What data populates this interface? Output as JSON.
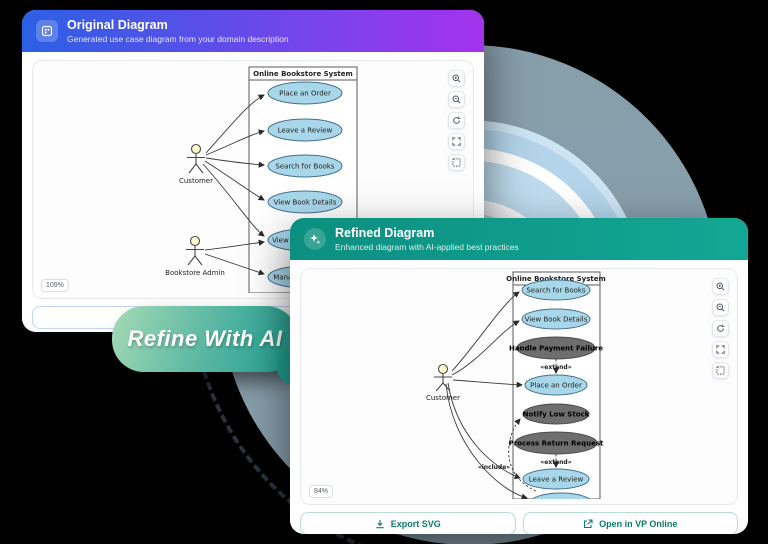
{
  "original": {
    "title": "Original Diagram",
    "subtitle": "Generated use case diagram from your domain description",
    "zoom_level": "109%",
    "diagram": {
      "system_title": "Online Bookstore System",
      "actors": [
        {
          "name": "Customer"
        },
        {
          "name": "Bookstore Admin"
        }
      ],
      "use_cases": [
        {
          "label": "Place an Order"
        },
        {
          "label": "Leave a Review"
        },
        {
          "label": "Search for Books"
        },
        {
          "label": "View Book Details"
        },
        {
          "label": "View Order History"
        },
        {
          "label": "Manage Inventory"
        }
      ]
    },
    "controls": [
      "zoom-in",
      "zoom-out",
      "reset-view",
      "fit-view",
      "fullscreen"
    ]
  },
  "refined": {
    "title": "Refined Diagram",
    "subtitle": "Enhanced diagram with AI-applied best practices",
    "zoom_level": "84%",
    "diagram": {
      "system_title": "Online Bookstore System",
      "actors": [
        {
          "name": "Customer"
        }
      ],
      "use_cases": [
        {
          "label": "Search for Books",
          "style": "blue"
        },
        {
          "label": "View Book Details",
          "style": "blue"
        },
        {
          "label": "Handle Payment Failure",
          "style": "gray"
        },
        {
          "label": "Place an Order",
          "style": "blue"
        },
        {
          "label": "Notify Low Stock",
          "style": "gray"
        },
        {
          "label": "Process Return Request",
          "style": "gray"
        },
        {
          "label": "Leave a Review",
          "style": "blue"
        }
      ],
      "stereotypes": {
        "extend": "«extend»",
        "include": "«include»"
      }
    },
    "controls": [
      "zoom-in",
      "zoom-out",
      "reset-view",
      "fit-view",
      "fullscreen"
    ],
    "footer": {
      "export_label": "Export SVG",
      "open_label": "Open in VP Online"
    }
  },
  "bubble": {
    "label": "Refine With AI"
  },
  "colors": {
    "original_header_from": "#2b60e4",
    "original_header_to": "#a433ee",
    "refined_header_from": "#0c8f80",
    "refined_header_to": "#12a794",
    "usecase_fill": "#a9d7ea",
    "usecase_gray_fill": "#6e6e6e",
    "accent_blue": "#2563eb",
    "accent_teal": "#0e7a6e"
  }
}
